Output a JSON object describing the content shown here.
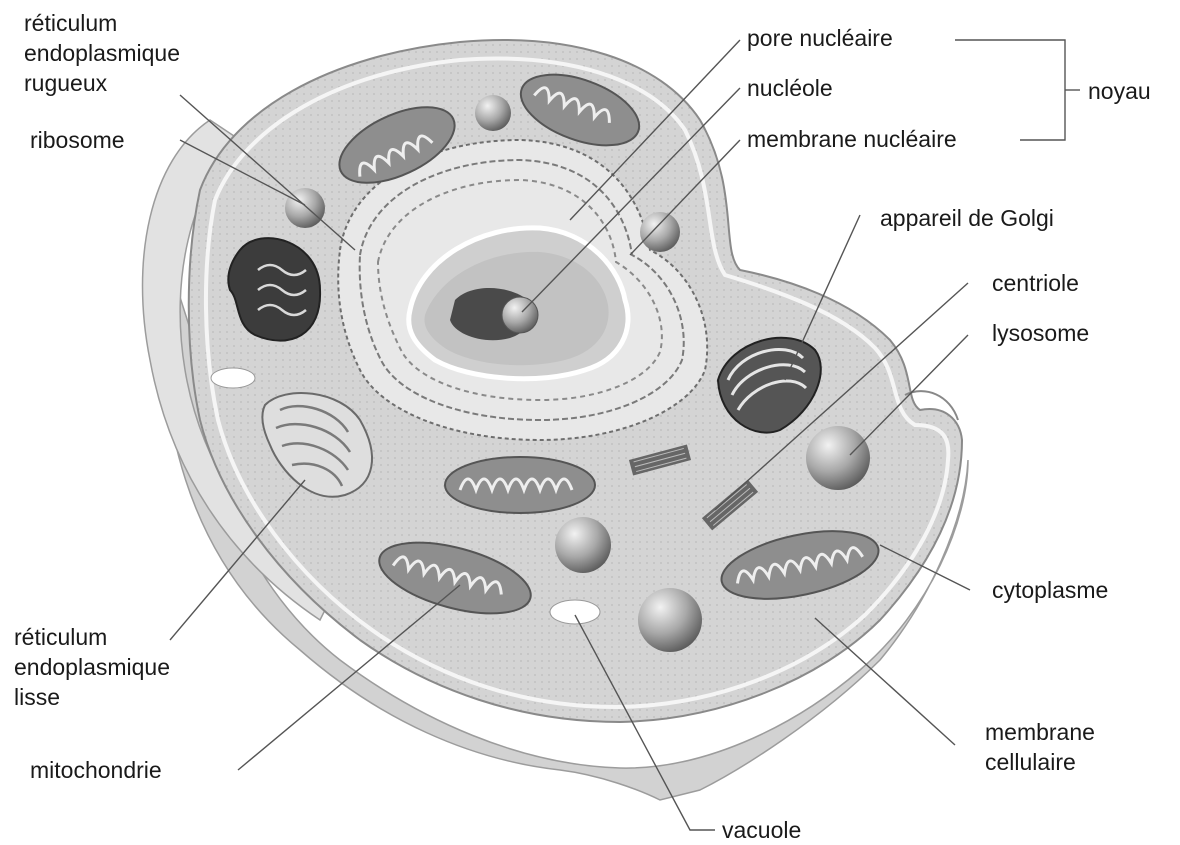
{
  "diagram": {
    "labels": {
      "rer": [
        "réticulum",
        "endoplasmique",
        "rugueux"
      ],
      "ribosome": "ribosome",
      "pore": "pore nucléaire",
      "nucleole": "nucléole",
      "membrane_nucleaire": "membrane nucléaire",
      "noyau": "noyau",
      "golgi": "appareil de Golgi",
      "centriole": "centriole",
      "lysosome": "lysosome",
      "cytoplasme": "cytoplasme",
      "membrane_cellulaire": [
        "membrane",
        "cellulaire"
      ],
      "vacuole": "vacuole",
      "mitochondrie": "mitochondrie",
      "rel": [
        "réticulum",
        "endoplasmique",
        "lisse"
      ]
    }
  }
}
